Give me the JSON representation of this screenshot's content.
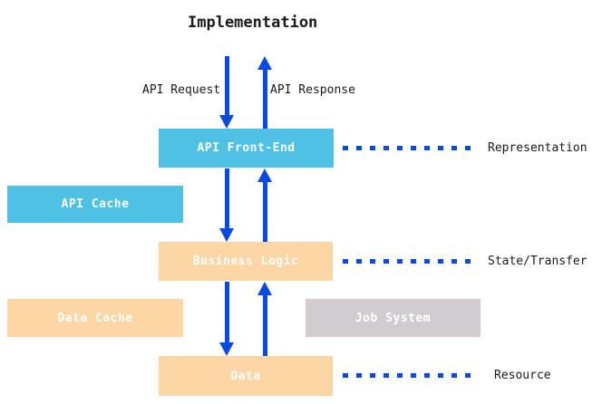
{
  "title": "Implementation",
  "flow_labels": {
    "request": "API Request",
    "response": "API Response"
  },
  "boxes": {
    "api_front_end": "API Front-End",
    "api_cache": "API Cache",
    "business_logic": "Business Logic",
    "data_cache": "Data Cache",
    "job_system": "Job System",
    "data": "Data"
  },
  "layer_labels": {
    "representation": "Representation",
    "state_transfer": "State/Transfer",
    "resource": "Resource"
  },
  "colors": {
    "arrow_blue": "#0b4ae2",
    "box_cyan": "#4ec1e4",
    "box_peach": "#fcd6a4",
    "box_gray": "#d0ccd0",
    "box_text": "#ffffff",
    "label_text": "#1a1a1a"
  }
}
